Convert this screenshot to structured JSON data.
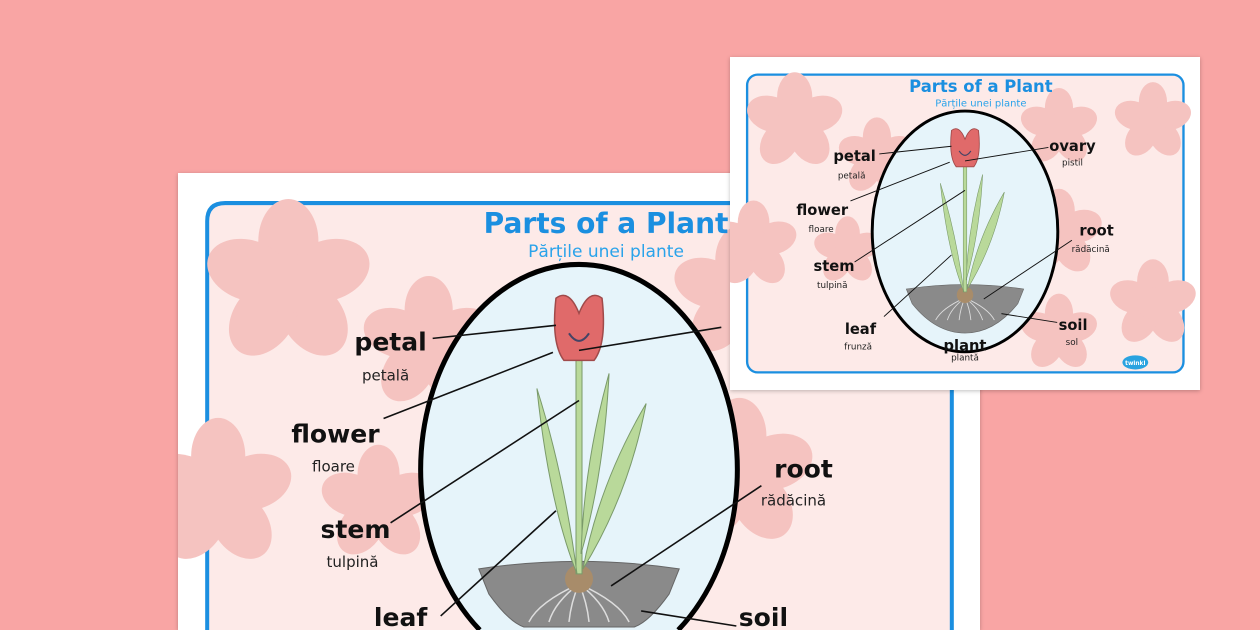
{
  "poster": {
    "title": "Parts of a Plant",
    "subtitle": "Părțile unei plante",
    "labels": {
      "petal": {
        "en": "petal",
        "ro": "petală"
      },
      "flower": {
        "en": "flower",
        "ro": "floare"
      },
      "stem": {
        "en": "stem",
        "ro": "tulpină"
      },
      "leaf": {
        "en": "leaf",
        "ro": "frunză"
      },
      "plant": {
        "en": "plant",
        "ro": "plantă"
      },
      "ovary": {
        "en": "ovary",
        "ro": "pistil"
      },
      "root": {
        "en": "root",
        "ro": "rădăcină"
      },
      "soil": {
        "en": "soil",
        "ro": "sol"
      }
    },
    "logo": "twinkl"
  },
  "colors": {
    "background": "#f9a5a4",
    "border": "#1b8fe0",
    "poster_bg": "#fdeae8",
    "blob": "#f5c3c0",
    "ellipse_fill": "#e6f4fa",
    "petal": "#e06a6a",
    "leaf": "#b9d99a",
    "soil": "#8a8a8a"
  }
}
